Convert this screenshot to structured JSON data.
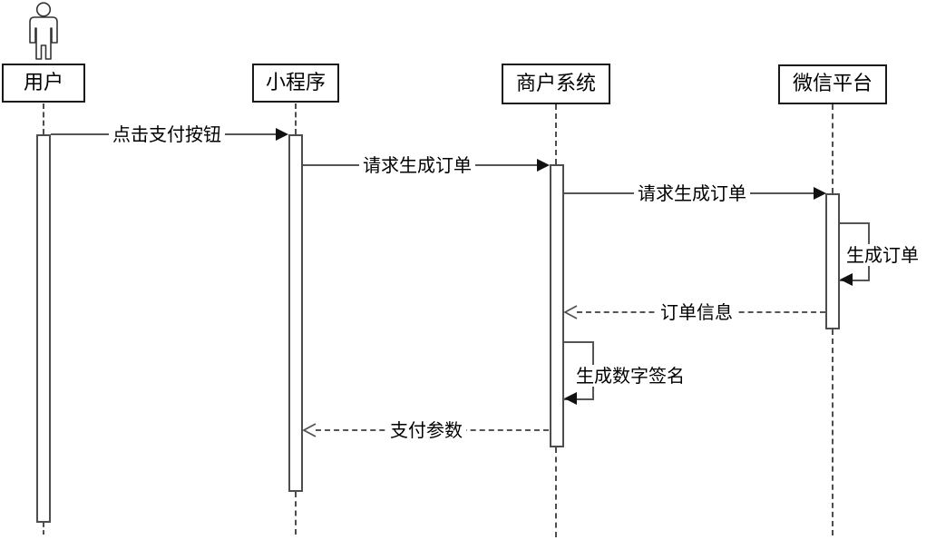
{
  "diagram": {
    "type": "sequence",
    "participants": [
      {
        "label": "用户",
        "kind": "actor"
      },
      {
        "label": "小程序",
        "kind": "object"
      },
      {
        "label": "商户系统",
        "kind": "object"
      },
      {
        "label": "微信平台",
        "kind": "object"
      }
    ],
    "messages": [
      {
        "label": "点击支付按钮",
        "from": "用户",
        "to": "小程序",
        "kind": "solid-call"
      },
      {
        "label": "请求生成订单",
        "from": "小程序",
        "to": "商户系统",
        "kind": "solid-call"
      },
      {
        "label": "请求生成订单",
        "from": "商户系统",
        "to": "微信平台",
        "kind": "solid-call"
      },
      {
        "label": "生成订单",
        "from": "微信平台",
        "to": "微信平台",
        "kind": "self-call"
      },
      {
        "label": "订单信息",
        "from": "微信平台",
        "to": "商户系统",
        "kind": "dashed-return"
      },
      {
        "label": "生成数字签名",
        "from": "商户系统",
        "to": "商户系统",
        "kind": "self-call"
      },
      {
        "label": "支付参数",
        "from": "商户系统",
        "to": "小程序",
        "kind": "dashed-return"
      }
    ],
    "colors": {
      "background": "#ffffff",
      "box_border": "#1a1a1a",
      "line": "#555555",
      "arrow_fill": "#111111",
      "text": "#000000"
    }
  }
}
